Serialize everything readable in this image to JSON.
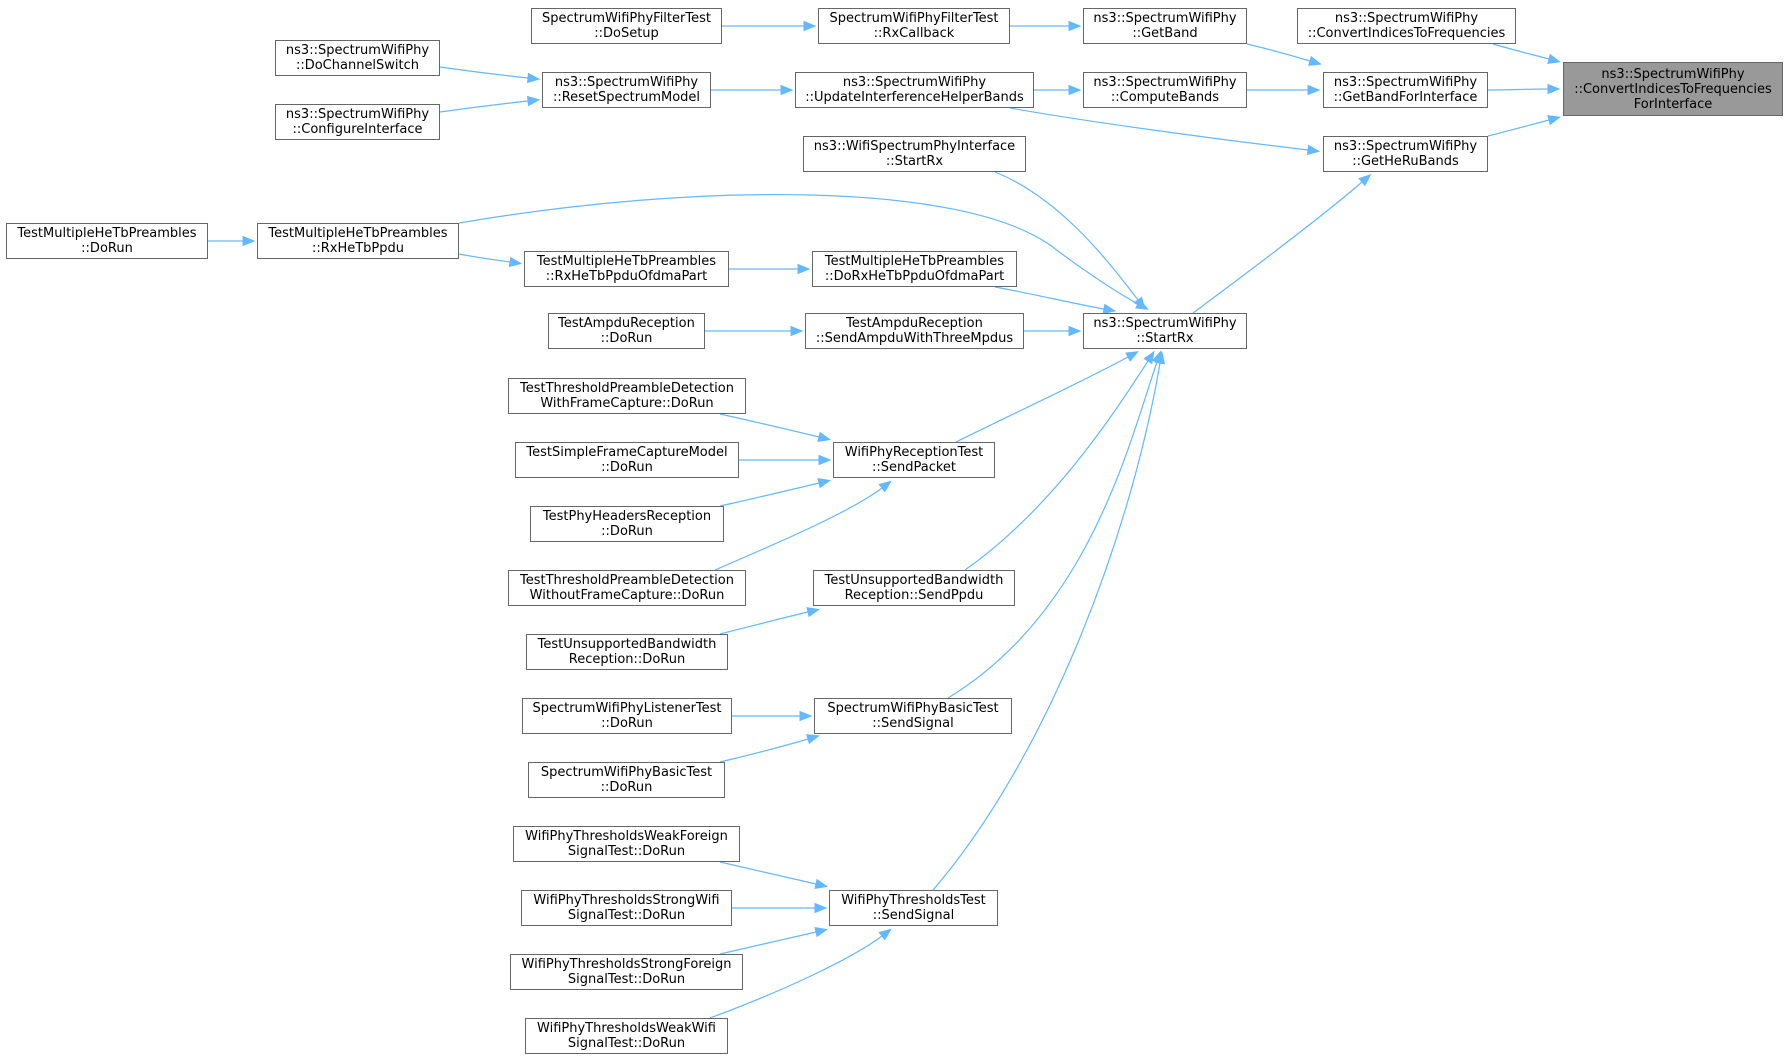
{
  "colors": {
    "edge": "#63b8ff",
    "node_border": "#666666",
    "focus_fill": "#999999",
    "node_fill": "#ffffff"
  },
  "nodes": [
    {
      "id": "convert_iface",
      "focus": true,
      "lines": [
        "ns3::SpectrumWifiPhy",
        "::ConvertIndicesToFrequencies",
        "ForInterface"
      ]
    },
    {
      "id": "convert",
      "lines": [
        "ns3::SpectrumWifiPhy",
        "::ConvertIndicesToFrequencies"
      ]
    },
    {
      "id": "getband_iface",
      "lines": [
        "ns3::SpectrumWifiPhy",
        "::GetBandForInterface"
      ]
    },
    {
      "id": "getheru",
      "lines": [
        "ns3::SpectrumWifiPhy",
        "::GetHeRuBands"
      ]
    },
    {
      "id": "getband",
      "lines": [
        "ns3::SpectrumWifiPhy",
        "::GetBand"
      ]
    },
    {
      "id": "computebands",
      "lines": [
        "ns3::SpectrumWifiPhy",
        "::ComputeBands"
      ]
    },
    {
      "id": "rxcallback",
      "lines": [
        "SpectrumWifiPhyFilterTest",
        "::RxCallback"
      ]
    },
    {
      "id": "filter_dosetup",
      "lines": [
        "SpectrumWifiPhyFilterTest",
        "::DoSetup"
      ]
    },
    {
      "id": "updateinterf",
      "lines": [
        "ns3::SpectrumWifiPhy",
        "::UpdateInterferenceHelperBands"
      ]
    },
    {
      "id": "resetspectrum",
      "lines": [
        "ns3::SpectrumWifiPhy",
        "::ResetSpectrumModel"
      ]
    },
    {
      "id": "dochannelswitch",
      "lines": [
        "ns3::SpectrumWifiPhy",
        "::DoChannelSwitch"
      ]
    },
    {
      "id": "configureiface",
      "lines": [
        "ns3::SpectrumWifiPhy",
        "::ConfigureInterface"
      ]
    },
    {
      "id": "startrx",
      "lines": [
        "ns3::SpectrumWifiPhy",
        "::StartRx"
      ]
    },
    {
      "id": "wifispec_startrx",
      "lines": [
        "ns3::WifiSpectrumPhyInterface",
        "::StartRx"
      ]
    },
    {
      "id": "rxhetbppdu",
      "lines": [
        "TestMultipleHeTbPreambles",
        "::RxHeTbPpdu"
      ]
    },
    {
      "id": "mhtb_dorun",
      "lines": [
        "TestMultipleHeTbPreambles",
        "::DoRun"
      ]
    },
    {
      "id": "rxhetbofdma",
      "lines": [
        "TestMultipleHeTbPreambles",
        "::RxHeTbPpduOfdmaPart"
      ]
    },
    {
      "id": "dorxhetbofdma",
      "lines": [
        "TestMultipleHeTbPreambles",
        "::DoRxHeTbPpduOfdmaPart"
      ]
    },
    {
      "id": "ampdu_dorun",
      "lines": [
        "TestAmpduReception",
        "::DoRun"
      ]
    },
    {
      "id": "sendampdu",
      "lines": [
        "TestAmpduReception",
        "::SendAmpduWithThreeMpdus"
      ]
    },
    {
      "id": "rxtest_sendpacket",
      "lines": [
        "WifiPhyReceptionTest",
        "::SendPacket"
      ]
    },
    {
      "id": "thr_withcap",
      "lines": [
        "TestThresholdPreambleDetection",
        "WithFrameCapture::DoRun"
      ]
    },
    {
      "id": "simplecap",
      "lines": [
        "TestSimpleFrameCaptureModel",
        "::DoRun"
      ]
    },
    {
      "id": "phyheaders",
      "lines": [
        "TestPhyHeadersReception",
        "::DoRun"
      ]
    },
    {
      "id": "thr_withoutcap",
      "lines": [
        "TestThresholdPreambleDetection",
        "WithoutFrameCapture::DoRun"
      ]
    },
    {
      "id": "unsup_sendppdu",
      "lines": [
        "TestUnsupportedBandwidth",
        "Reception::SendPpdu"
      ]
    },
    {
      "id": "unsup_dorun",
      "lines": [
        "TestUnsupportedBandwidth",
        "Reception::DoRun"
      ]
    },
    {
      "id": "basic_sendsignal",
      "lines": [
        "SpectrumWifiPhyBasicTest",
        "::SendSignal"
      ]
    },
    {
      "id": "listener_dorun",
      "lines": [
        "SpectrumWifiPhyListenerTest",
        "::DoRun"
      ]
    },
    {
      "id": "basic_dorun",
      "lines": [
        "SpectrumWifiPhyBasicTest",
        "::DoRun"
      ]
    },
    {
      "id": "thresh_sendsignal",
      "lines": [
        "WifiPhyThresholdsTest",
        "::SendSignal"
      ]
    },
    {
      "id": "weakforeign",
      "lines": [
        "WifiPhyThresholdsWeakForeign",
        "SignalTest::DoRun"
      ]
    },
    {
      "id": "strongwifi",
      "lines": [
        "WifiPhyThresholdsStrongWifi",
        "SignalTest::DoRun"
      ]
    },
    {
      "id": "strongforeign",
      "lines": [
        "WifiPhyThresholdsStrongForeign",
        "SignalTest::DoRun"
      ]
    },
    {
      "id": "weakwifi",
      "lines": [
        "WifiPhyThresholdsWeakWifi",
        "SignalTest::DoRun"
      ]
    }
  ],
  "edges": [
    {
      "from": "convert",
      "to": "convert_iface"
    },
    {
      "from": "getband_iface",
      "to": "convert_iface"
    },
    {
      "from": "getheru",
      "to": "convert_iface"
    },
    {
      "from": "getband",
      "to": "getband_iface"
    },
    {
      "from": "computebands",
      "to": "getband_iface"
    },
    {
      "from": "rxcallback",
      "to": "getband"
    },
    {
      "from": "filter_dosetup",
      "to": "rxcallback"
    },
    {
      "from": "updateinterf",
      "to": "computebands"
    },
    {
      "from": "updateinterf",
      "to": "getheru"
    },
    {
      "from": "resetspectrum",
      "to": "updateinterf"
    },
    {
      "from": "dochannelswitch",
      "to": "resetspectrum"
    },
    {
      "from": "configureiface",
      "to": "resetspectrum"
    },
    {
      "from": "startrx",
      "to": "getheru"
    },
    {
      "from": "wifispec_startrx",
      "to": "startrx"
    },
    {
      "from": "rxhetbppdu",
      "to": "startrx"
    },
    {
      "from": "mhtb_dorun",
      "to": "rxhetbppdu"
    },
    {
      "from": "rxhetbppdu",
      "to": "rxhetbofdma"
    },
    {
      "from": "rxhetbofdma",
      "to": "dorxhetbofdma"
    },
    {
      "from": "dorxhetbofdma",
      "to": "startrx"
    },
    {
      "from": "ampdu_dorun",
      "to": "sendampdu"
    },
    {
      "from": "sendampdu",
      "to": "startrx"
    },
    {
      "from": "rxtest_sendpacket",
      "to": "startrx"
    },
    {
      "from": "thr_withcap",
      "to": "rxtest_sendpacket"
    },
    {
      "from": "simplecap",
      "to": "rxtest_sendpacket"
    },
    {
      "from": "phyheaders",
      "to": "rxtest_sendpacket"
    },
    {
      "from": "thr_withoutcap",
      "to": "rxtest_sendpacket"
    },
    {
      "from": "unsup_sendppdu",
      "to": "startrx"
    },
    {
      "from": "unsup_dorun",
      "to": "unsup_sendppdu"
    },
    {
      "from": "basic_sendsignal",
      "to": "startrx"
    },
    {
      "from": "listener_dorun",
      "to": "basic_sendsignal"
    },
    {
      "from": "basic_dorun",
      "to": "basic_sendsignal"
    },
    {
      "from": "thresh_sendsignal",
      "to": "startrx"
    },
    {
      "from": "weakforeign",
      "to": "thresh_sendsignal"
    },
    {
      "from": "strongwifi",
      "to": "thresh_sendsignal"
    },
    {
      "from": "strongforeign",
      "to": "thresh_sendsignal"
    },
    {
      "from": "weakwifi",
      "to": "thresh_sendsignal"
    }
  ]
}
